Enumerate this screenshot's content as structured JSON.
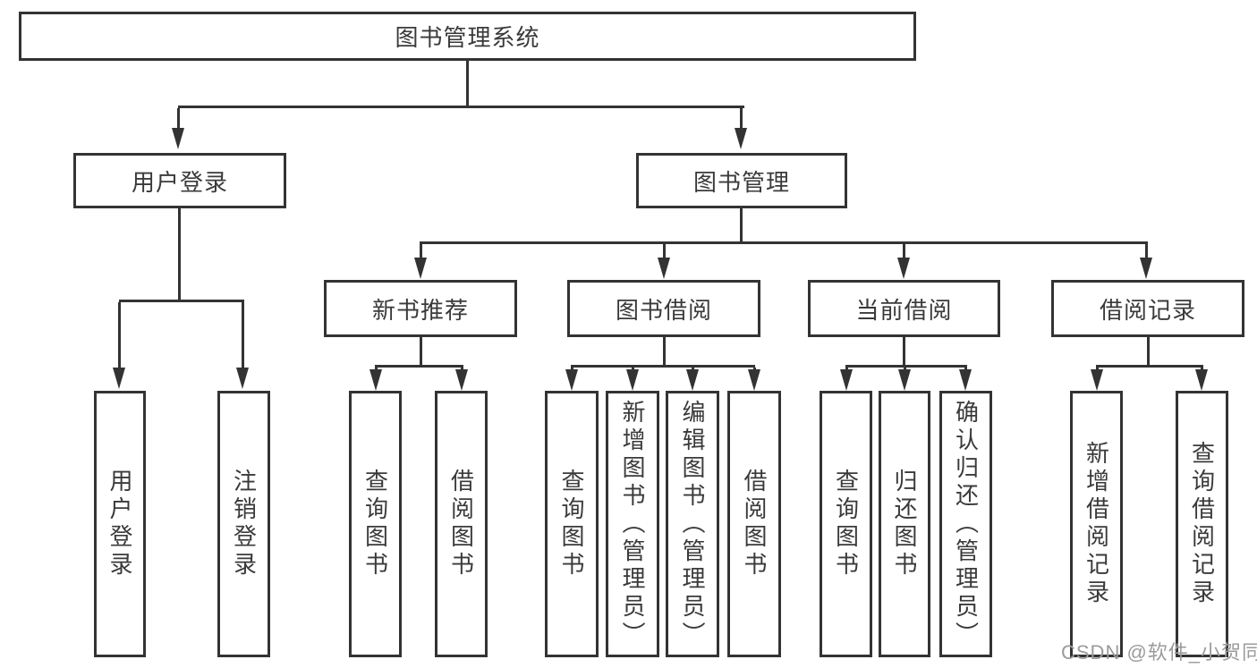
{
  "diagram": {
    "tree": {
      "root": {
        "label": "图书管理系统"
      },
      "level2": [
        {
          "label": "用户登录",
          "leaves": [
            "用户登录",
            "注销登录"
          ]
        },
        {
          "label": "图书管理",
          "groups": [
            {
              "label": "新书推荐",
              "leaves": [
                "查询图书",
                "借阅图书"
              ]
            },
            {
              "label": "图书借阅",
              "leaves": [
                "查询图书",
                "新增图书（管理员）",
                "编辑图书（管理员）",
                "借阅图书"
              ]
            },
            {
              "label": "当前借阅",
              "leaves": [
                "查询图书",
                "归还图书",
                "确认归还（管理员）"
              ]
            },
            {
              "label": "借阅记录",
              "leaves": [
                "新增借阅记录",
                "查询借阅记录"
              ]
            }
          ]
        }
      ]
    },
    "watermark": "CSDN @软件_小贺同学",
    "colors": {
      "line": "#333333",
      "text": "#3a3a3a",
      "watermark": "#9b9b9b",
      "background": "#ffffff"
    }
  }
}
